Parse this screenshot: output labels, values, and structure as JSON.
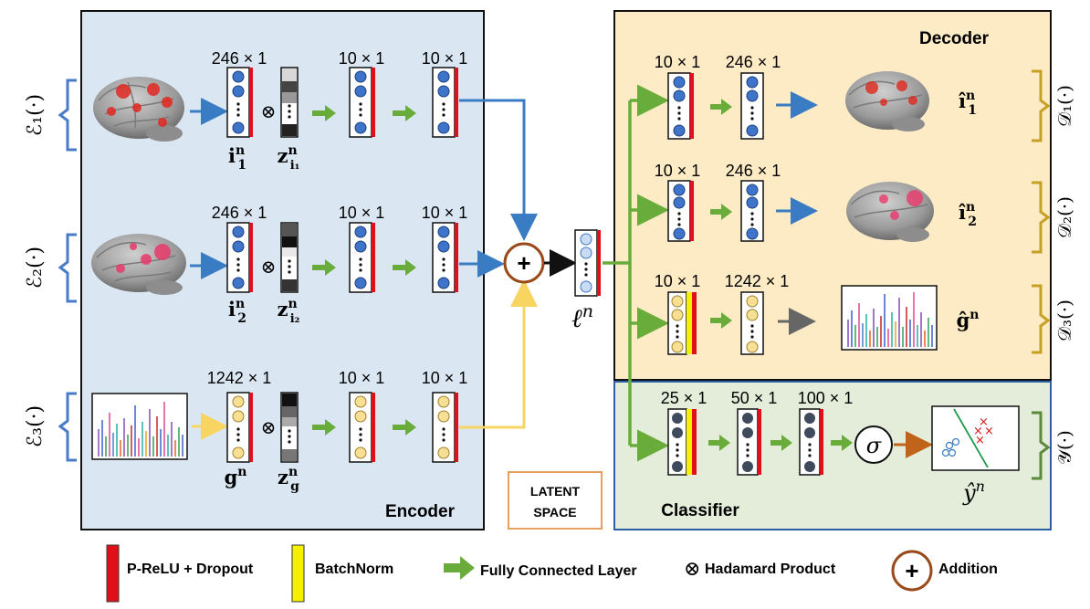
{
  "panels": {
    "encoder": "Encoder",
    "decoder": "Decoder",
    "classifier": "Classifier",
    "latent_line1": "LATENT",
    "latent_line2": "SPACE"
  },
  "encoder": {
    "e1_label": "ℰ₁(·)",
    "e2_label": "ℰ₂(·)",
    "e3_label": "ℰ₃(·)",
    "row1_dims": [
      "246 × 1",
      "10 × 1",
      "10 × 1"
    ],
    "row2_dims": [
      "246 × 1",
      "10 × 1",
      "10 × 1"
    ],
    "row3_dims": [
      "1242 × 1",
      "10 × 1",
      "10 × 1"
    ],
    "row1_input": "i",
    "row1_input_sup": "n",
    "row1_input_sub": "1",
    "row1_mask": "z",
    "row1_mask_sup": "n",
    "row1_mask_sub": "i₁",
    "row2_input": "i",
    "row2_input_sup": "n",
    "row2_input_sub": "2",
    "row2_mask": "z",
    "row2_mask_sup": "n",
    "row2_mask_sub": "i₂",
    "row3_input": "g",
    "row3_input_sup": "n",
    "row3_mask": "z",
    "row3_mask_sup": "n",
    "row3_mask_sub": "g",
    "hadamard_symbol": "⊗"
  },
  "latent": {
    "symbol": "ℓ",
    "sup": "n",
    "add_symbol": "+"
  },
  "decoder": {
    "d1_label": "𝒟₁(·)",
    "d2_label": "𝒟₂(·)",
    "d3_label": "𝒟₃(·)",
    "row1_dims": [
      "10 × 1",
      "246 × 1"
    ],
    "row2_dims": [
      "10 × 1",
      "246 × 1"
    ],
    "row3_dims": [
      "10 × 1",
      "1242 × 1"
    ],
    "row1_output": "î",
    "row1_output_sup": "n",
    "row1_output_sub": "1",
    "row2_output": "î",
    "row2_output_sup": "n",
    "row2_output_sub": "2",
    "row3_output": "ĝ",
    "row3_output_sup": "n"
  },
  "classifier": {
    "y_label": "𝒴(·)",
    "dims": [
      "25 × 1",
      "50 × 1",
      "100 × 1"
    ],
    "sigma": "σ",
    "output": "ŷ",
    "output_sup": "n"
  },
  "legend": {
    "prelu": "P-ReLU + Dropout",
    "batchnorm": "BatchNorm",
    "fc": "Fully Connected Layer",
    "hadamard": "Hadamard Product",
    "addition": "Addition",
    "hadamard_symbol": "⊗",
    "add_symbol": "+"
  },
  "colors": {
    "encoder_bg": "#dbe6f3",
    "decoder_bg": "#fcebc4",
    "classifier_bg": "#e3edd9",
    "blue_node": "#3e74c9",
    "yellow_node": "#f7df93",
    "light_node": "#c9dcf2",
    "dark_node": "#3f4a5c",
    "red_bar": "#e0101a",
    "yellow_bar": "#f4f000",
    "green_arrow": "#6aac3c",
    "blue_line": "#3a7cc3",
    "yellow_line": "#f7d560",
    "brown": "#9a4a1a",
    "bracket_blue": "#4a7bc8",
    "bracket_gold": "#c6a024",
    "bracket_green": "#5a8a3a",
    "latent_border": "#e8a060"
  }
}
